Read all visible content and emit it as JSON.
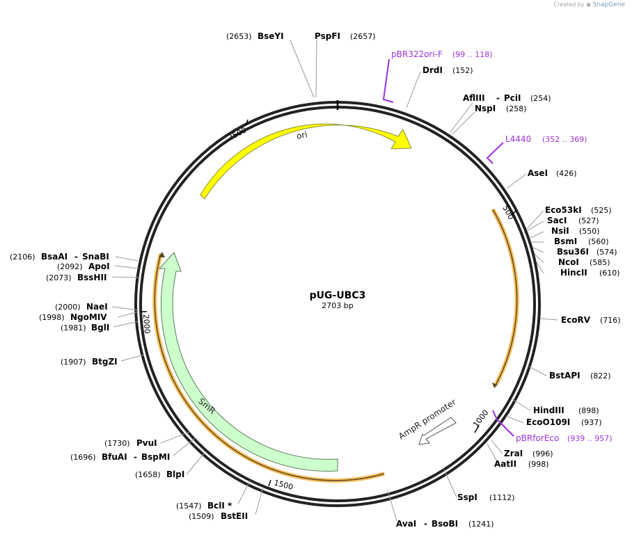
{
  "credit": {
    "prefix": "Created by",
    "brand": "SnapGene"
  },
  "plasmid": {
    "name": "pUG-UBC3",
    "length_label": "2703 bp",
    "length": 2703
  },
  "ticks": [
    "500",
    "1000",
    "1500",
    "2000",
    "2500"
  ],
  "features": {
    "ori": {
      "label": "ori",
      "color": "#ffff00"
    },
    "smr": {
      "label": "SmR",
      "color": "#ccffcc"
    },
    "ampr_promoter": {
      "label": "AmpR promoter",
      "color": "#ffffff"
    },
    "orange_feature": {
      "color": "#f5a623"
    }
  },
  "primers": {
    "pbr322ori_f": {
      "name": "pBR322ori-F",
      "range": "(99 .. 118)",
      "color": "#9b30d9"
    },
    "l4440": {
      "name": "L4440",
      "range": "(352 .. 369)"
    },
    "pbrforeco": {
      "name": "pBRforEco",
      "range": "(939 .. 957)"
    }
  },
  "sites": [
    {
      "name": "BseYI",
      "pos": "(2653)"
    },
    {
      "name": "PspFI",
      "pos": "(2657)"
    },
    {
      "name": "DrdI",
      "pos": "(152)"
    },
    {
      "name": "AflIII",
      "name2": "PciI",
      "pos": "(254)"
    },
    {
      "name": "NspI",
      "pos": "(258)"
    },
    {
      "name": "AseI",
      "pos": "(426)"
    },
    {
      "name": "Eco53kI",
      "pos": "(525)"
    },
    {
      "name": "SacI",
      "pos": "(527)"
    },
    {
      "name": "NsiI",
      "pos": "(550)"
    },
    {
      "name": "BsmI",
      "pos": "(560)"
    },
    {
      "name": "Bsu36I",
      "pos": "(574)"
    },
    {
      "name": "NcoI",
      "pos": "(585)"
    },
    {
      "name": "HincII",
      "pos": "(610)"
    },
    {
      "name": "EcoRV",
      "pos": "(716)"
    },
    {
      "name": "BstAPI",
      "pos": "(822)"
    },
    {
      "name": "HindIII",
      "pos": "(898)"
    },
    {
      "name": "EcoO109I",
      "pos": "(937)"
    },
    {
      "name": "ZraI",
      "pos": "(996)"
    },
    {
      "name": "AatII",
      "pos": "(998)"
    },
    {
      "name": "SspI",
      "pos": "(1112)"
    },
    {
      "name": "AvaI",
      "name2": "BsoBI",
      "pos": "(1241)"
    },
    {
      "name": "BstEII",
      "pos": "(1509)"
    },
    {
      "name": "BclI *",
      "pos": "(1547)"
    },
    {
      "name": "BlpI",
      "pos": "(1658)"
    },
    {
      "name": "BfuAI",
      "name2": "BspMI",
      "pos": "(1696)"
    },
    {
      "name": "PvuI",
      "pos": "(1730)"
    },
    {
      "name": "BtgZI",
      "pos": "(1907)"
    },
    {
      "name": "BglI",
      "pos": "(1981)"
    },
    {
      "name": "NgoMIV",
      "pos": "(1998)"
    },
    {
      "name": "NaeI",
      "pos": "(2000)"
    },
    {
      "name": "BssHII",
      "pos": "(2073)"
    },
    {
      "name": "ApoI",
      "pos": "(2092)"
    },
    {
      "name": "BsaAI",
      "name2": "SnaBI",
      "pos": "(2106)"
    }
  ]
}
